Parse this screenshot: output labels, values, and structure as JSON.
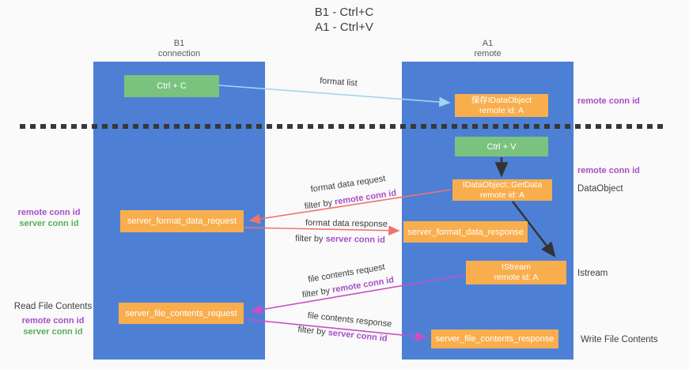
{
  "title": {
    "line1": "B1 - Ctrl+C",
    "line2": "A1 - Ctrl+V"
  },
  "columns": {
    "left": {
      "name": "B1",
      "role": "connection"
    },
    "right": {
      "name": "A1",
      "role": "remote"
    }
  },
  "nodes": {
    "ctrl_c": {
      "label": "Ctrl + C"
    },
    "save_idataobject": {
      "line1": "保存IDataObject",
      "line2": "remote id: A"
    },
    "ctrl_v": {
      "label": "Ctrl + V"
    },
    "getdata": {
      "line1": "IDataObject::GetData",
      "line2": "remote id: A"
    },
    "istream": {
      "line1": "IStream",
      "line2": "remote id: A"
    },
    "format_request": {
      "label": "server_format_data_request"
    },
    "format_response": {
      "label": "server_format_data_response"
    },
    "file_request": {
      "label": "server_file_contents_request"
    },
    "file_response": {
      "label": "server_file_contents_response"
    }
  },
  "flows": {
    "format_list": {
      "label": "format list"
    },
    "format_data_request": {
      "label": "format data request",
      "filter_prefix": "filter by ",
      "filter_key": "remote conn id"
    },
    "format_data_response": {
      "label": "format data response",
      "filter_prefix": "filter by ",
      "filter_key": "server conn id"
    },
    "file_contents_request": {
      "label": "file contents request",
      "filter_prefix": "filter by ",
      "filter_key": "remote conn id"
    },
    "file_contents_response": {
      "label": "file contents response",
      "filter_prefix": "filter by ",
      "filter_key": "server conn id"
    }
  },
  "side_labels": {
    "right_top_remote_conn_id": "remote conn id",
    "right_mid_remote_conn_id": "remote conn id",
    "dataobject": "DataObject",
    "istream": "Istream",
    "write_file_contents": "Write File Contents",
    "left_format": {
      "remote": "remote conn id",
      "server": "server conn id"
    },
    "left_file": {
      "title": "Read File Contents",
      "remote": "remote conn id",
      "server": "server conn id"
    }
  },
  "colors": {
    "column_blue": "#4d80d5",
    "box_orange": "#f9ae4e",
    "button_green": "#79c37f",
    "arrow_lightblue": "#a6d3f0",
    "arrow_red": "#f0736e",
    "arrow_magenta": "#c94fc3",
    "arrow_black": "#333333",
    "text_purple": "#a64fc6",
    "text_green": "#53b156",
    "text_dark": "#3d3d3d",
    "divider_black": "#383838"
  }
}
